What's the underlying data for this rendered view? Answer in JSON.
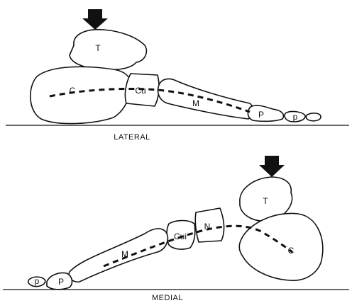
{
  "lateral_view": {
    "caption": "LATERAL",
    "bones": {
      "talus": "T",
      "calcaneus": "C",
      "cuboid": "Cu",
      "metatarsal": "M",
      "proximal_phalanx": "P",
      "distal_phalanx": "p"
    }
  },
  "medial_view": {
    "caption": "MEDIAL",
    "bones": {
      "talus": "T",
      "calcaneus": "C",
      "navicular": "N",
      "cuneiform": "Cui",
      "metatarsal": "M",
      "proximal_phalanx": "P",
      "distal_phalanx": "p"
    }
  }
}
